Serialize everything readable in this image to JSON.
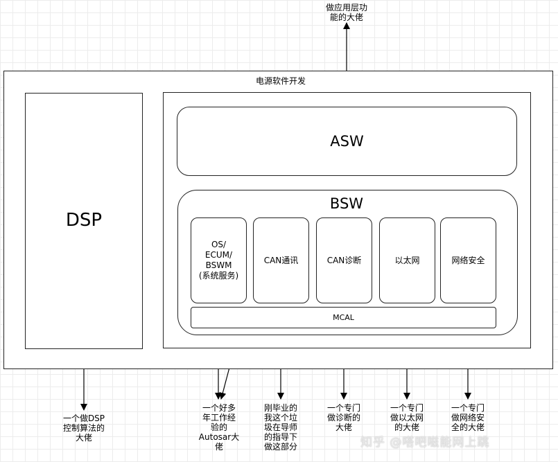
{
  "top_note": "做应用层功\n能的大佬",
  "outer": {
    "title": "电源软件开发"
  },
  "dsp": {
    "label": "DSP"
  },
  "asw": {
    "label": "ASW"
  },
  "bsw": {
    "label": "BSW",
    "modules": [
      "OS/\nECUM/\nBSWM\n(系统服务)",
      "CAN通讯",
      "CAN诊断",
      "以太网",
      "网络安全"
    ],
    "mcal": "MCAL"
  },
  "notes": {
    "dsp": "一个做DSP\n控制算法的\n大佬",
    "os": "一个好多\n年工作经\n验的\nAutosar大\n佬",
    "can_comm": "刚毕业的\n我这个垃\n圾在导师\n的指导下\n做这部分",
    "can_diag": "一个专门\n做诊断的\n大佬",
    "ethernet": "一个专门\n做以太网\n的大佬",
    "security": "一个专门\n做网络安\n全的大佬"
  },
  "watermark": "知乎 @嗒吧嗞能网上跳"
}
